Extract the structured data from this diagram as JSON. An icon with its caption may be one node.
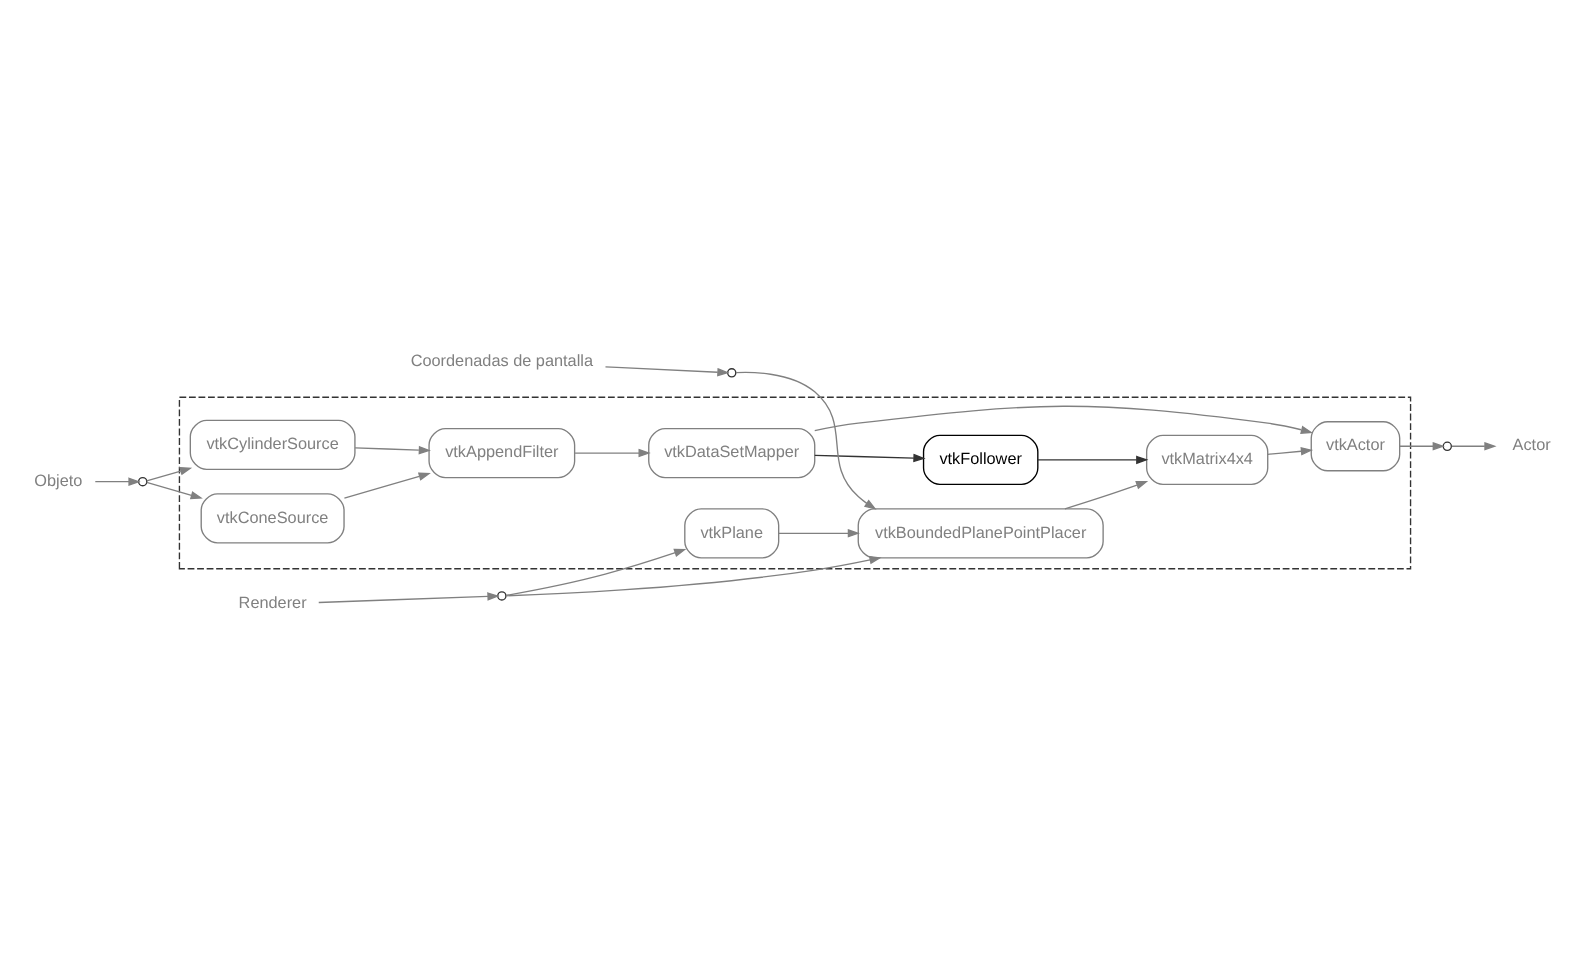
{
  "diagram": {
    "nodes": [
      {
        "text": [],
        "shape": "box"
      },
      {
        "text": [
          "Objeto"
        ]
      },
      {
        "text": [],
        "shape": "circle"
      },
      {
        "text": [
          "vtkCylinderSource"
        ],
        "in": 0
      },
      {
        "text": [
          "vtkConeSource"
        ],
        "in": 0
      },
      {
        "text": [
          "vtkAppendFilter"
        ],
        "in": 0
      },
      {
        "text": [
          "vtkDataSetMapper"
        ],
        "in": 0
      },
      {
        "text": [
          "vtkActor"
        ],
        "in": 0
      },
      {
        "text": [],
        "shape": "circle"
      },
      {
        "text": [
          "Actor"
        ]
      },
      {
        "text": [
          "vtkFollower"
        ],
        "in": 0
      },
      {
        "text": [
          "vtkMatrix4x4"
        ],
        "in": 0
      },
      {
        "text": [
          "Coordenadas de pantalla"
        ]
      },
      {
        "text": [],
        "shape": "circle"
      },
      {
        "text": [
          "Renderer"
        ]
      },
      {
        "text": [],
        "shape": "circle"
      },
      {
        "text": [
          "vtkPlane"
        ],
        "in": 0
      },
      {
        "text": [
          "vtkBoundedPlanePointPlacer"
        ],
        "in": 0
      }
    ],
    "edges": [
      {
        "from": 1,
        "to": 2,
        "arrow": "to"
      },
      {
        "from": 2,
        "to": 3,
        "arrow": "to"
      },
      {
        "from": 2,
        "to": 4,
        "arrow": "to"
      },
      {
        "from": 3,
        "to": 5,
        "arrow": "to"
      },
      {
        "from": 4,
        "to": 5,
        "arrow": "to"
      },
      {
        "from": 5,
        "to": 6,
        "arrow": "to"
      },
      {
        "from": 6,
        "to": 7,
        "arrow": "to"
      },
      {
        "from": 6,
        "to": 10,
        "arrow": "to",
        "color": "#333333"
      },
      {
        "from": 7,
        "to": 8,
        "arrow": "to"
      },
      {
        "from": 8,
        "to": 9,
        "arrow": "to"
      },
      {
        "from": 11,
        "to": 7,
        "arrow": "to"
      },
      {
        "from": 10,
        "to": 11,
        "arrow": "to",
        "color": "#333333"
      },
      {
        "from": 17,
        "to": 11,
        "arrow": "to"
      },
      {
        "from": 12,
        "to": 13,
        "arrow": "to"
      },
      {
        "from": 13,
        "to": 17,
        "arrow": "to"
      },
      {
        "from": 14,
        "to": 15,
        "arrow": "to"
      },
      {
        "from": 15,
        "to": 16,
        "arrow": "to"
      },
      {
        "from": 15,
        "to": 17,
        "arrow": "to"
      },
      {
        "from": 16,
        "to": 17,
        "arrow": "to"
      }
    ]
  }
}
